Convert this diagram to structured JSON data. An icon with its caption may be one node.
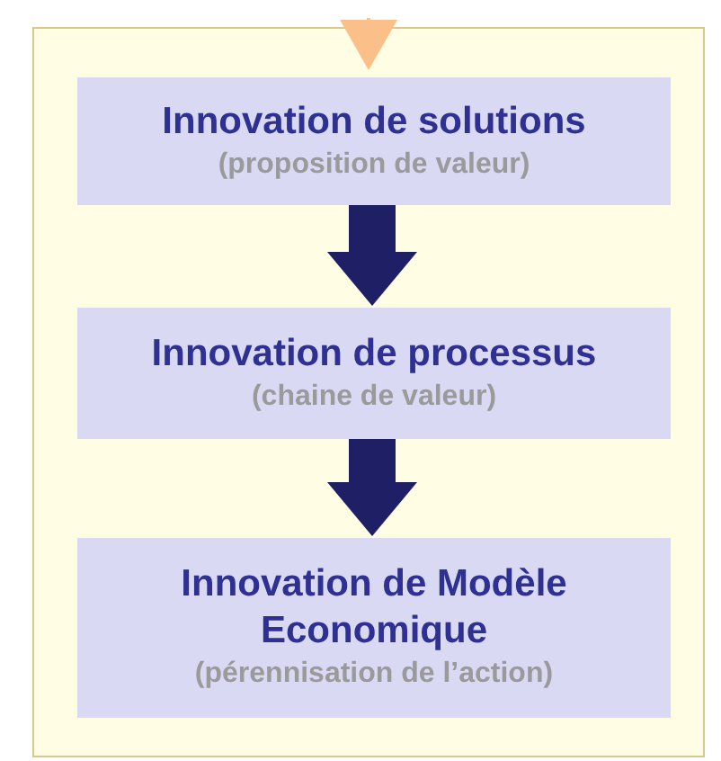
{
  "diagram": {
    "nodes": [
      {
        "text": [],
        "shape": "box"
      },
      {
        "text": [
          "Innovation de solutions",
          "(proposition de valeur)"
        ],
        "in": 0
      },
      {
        "text": [
          "Innovation de processus",
          "(chaine de valeur)"
        ],
        "in": 0
      },
      {
        "text": [
          "Innovation de Modèle Economique",
          "(pérennisation de l’action)"
        ],
        "in": 0
      }
    ],
    "edges": [
      {
        "from": null,
        "to": 0,
        "arrow": "to",
        "color": "#fbc08a"
      },
      {
        "from": 1,
        "to": 2,
        "arrow": "to"
      },
      {
        "from": 2,
        "to": 3,
        "arrow": "to"
      }
    ]
  }
}
